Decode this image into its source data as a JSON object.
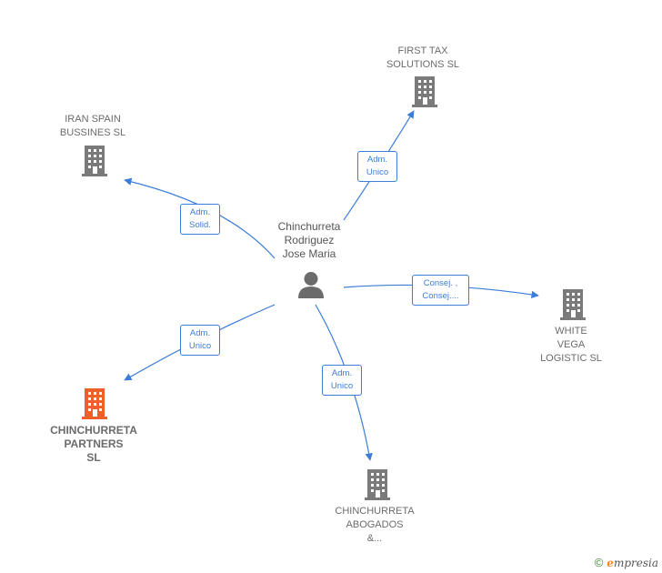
{
  "center": {
    "name": "Chinchurreta\nRodriguez\nJose Maria",
    "icon": "person-icon"
  },
  "companies": [
    {
      "id": "first-tax",
      "name": "FIRST TAX\nSOLUTIONS SL",
      "icon": "building-icon",
      "color": "#7a7a7a"
    },
    {
      "id": "iran-spain",
      "name": "IRAN SPAIN\nBUSSINES  SL",
      "icon": "building-icon",
      "color": "#7a7a7a"
    },
    {
      "id": "white-vega",
      "name": "WHITE\nVEGA\nLOGISTIC  SL",
      "icon": "building-icon",
      "color": "#7a7a7a"
    },
    {
      "id": "chinchurreta-partners",
      "name": "CHINCHURRETA\nPARTNERS\nSL",
      "icon": "building-icon",
      "color": "#f0602b"
    },
    {
      "id": "chinchurreta-abogados",
      "name": "CHINCHURRETA\nABOGADOS\n&...",
      "icon": "building-icon",
      "color": "#7a7a7a"
    }
  ],
  "relations": [
    {
      "target": "first-tax",
      "label": "Adm.\nUnico"
    },
    {
      "target": "iran-spain",
      "label": "Adm.\nSolid."
    },
    {
      "target": "white-vega",
      "label": "Consej. ,\nConsej...."
    },
    {
      "target": "chinchurreta-partners",
      "label": "Adm.\nUnico"
    },
    {
      "target": "chinchurreta-abogados",
      "label": "Adm.\nUnico"
    }
  ],
  "colors": {
    "edge": "#3b7dd8",
    "building": "#7a7a7a",
    "highlight": "#f0602b",
    "person": "#6b6b6b"
  },
  "footer": {
    "copyright_symbol": "©",
    "brand_initial": "e",
    "brand_rest": "mpresia"
  }
}
